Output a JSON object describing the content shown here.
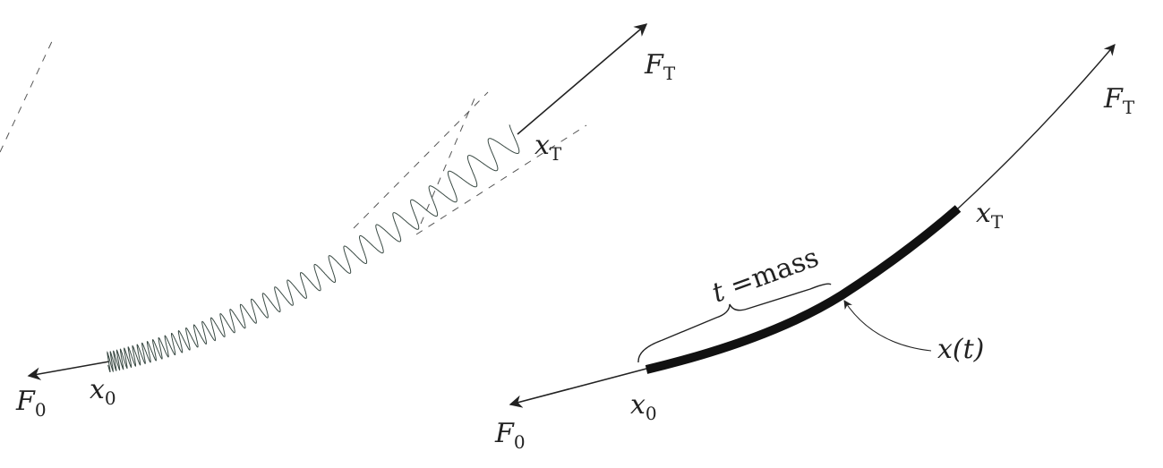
{
  "left_diagram": {
    "force_start": {
      "symbol": "F",
      "sub": "0"
    },
    "force_end": {
      "symbol": "F",
      "sub": "T"
    },
    "point_start": {
      "symbol": "x",
      "sub": "0"
    },
    "point_end": {
      "symbol": "x",
      "sub": "T"
    }
  },
  "right_diagram": {
    "force_start": {
      "symbol": "F",
      "sub": "0"
    },
    "force_end": {
      "symbol": "F",
      "sub": "T"
    },
    "point_start": {
      "symbol": "x",
      "sub": "0"
    },
    "point_end": {
      "symbol": "x",
      "sub": "T"
    },
    "curve_label": "x(t)",
    "brace_label_var": "t",
    "brace_label_text": " =mass"
  },
  "colors": {
    "ink": "#222222",
    "spring": "#3a4a44",
    "ghost": "#555555"
  }
}
